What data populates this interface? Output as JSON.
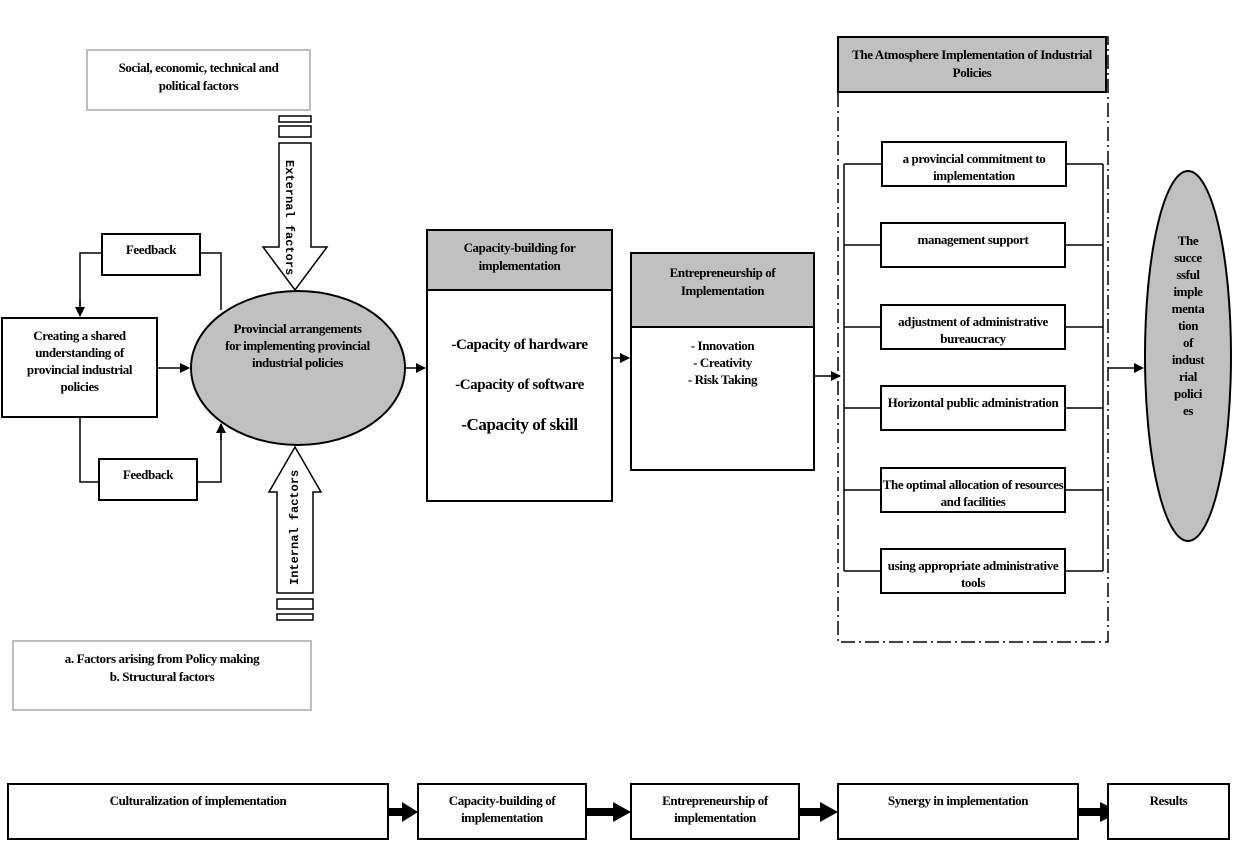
{
  "external_box": {
    "text": "Social, economic, technical and political factors"
  },
  "external_arrow_label": "External factors",
  "internal_arrow_label": "Internal factors",
  "internal_box": {
    "lines": [
      "a. Factors arising from Policy making",
      "b. Structural factors"
    ]
  },
  "feedback_top": "Feedback",
  "feedback_bottom": "Feedback",
  "shared_understanding": "Creating a shared understanding of provincial industrial policies",
  "central_ellipse": "Provincial arrangements for implementing provincial industrial policies",
  "capacity": {
    "header": "Capacity-building for implementation",
    "items": [
      "-Capacity of hardware",
      "-Capacity of software",
      "-Capacity of skill"
    ]
  },
  "entrepreneurship": {
    "header": "Entrepreneurship of Implementation",
    "items": [
      "- Innovation",
      "- Creativity",
      "- Risk Taking"
    ]
  },
  "atmosphere": {
    "header": "The Atmosphere Implementation of Industrial Policies",
    "items": [
      "a provincial commitment to implementation",
      "management support",
      "adjustment of administrative bureaucracy",
      "Horizontal public administration",
      "The optimal allocation of resources and facilities",
      "using appropriate administrative tools"
    ]
  },
  "result_ellipse": {
    "lines": [
      "The",
      "succe",
      "ssful",
      "imple",
      "menta",
      "tion",
      "of",
      "indust",
      "rial",
      "polici",
      "es"
    ]
  },
  "flow": {
    "steps": [
      "Culturalization of implementation",
      "Capacity-building of implementation",
      "Entrepreneurship of implementation",
      "Synergy in implementation",
      "Results"
    ]
  },
  "colors": {
    "fill_gray": "#c0c0c0",
    "border_light": "#bdbdbd",
    "stroke": "#000000"
  }
}
